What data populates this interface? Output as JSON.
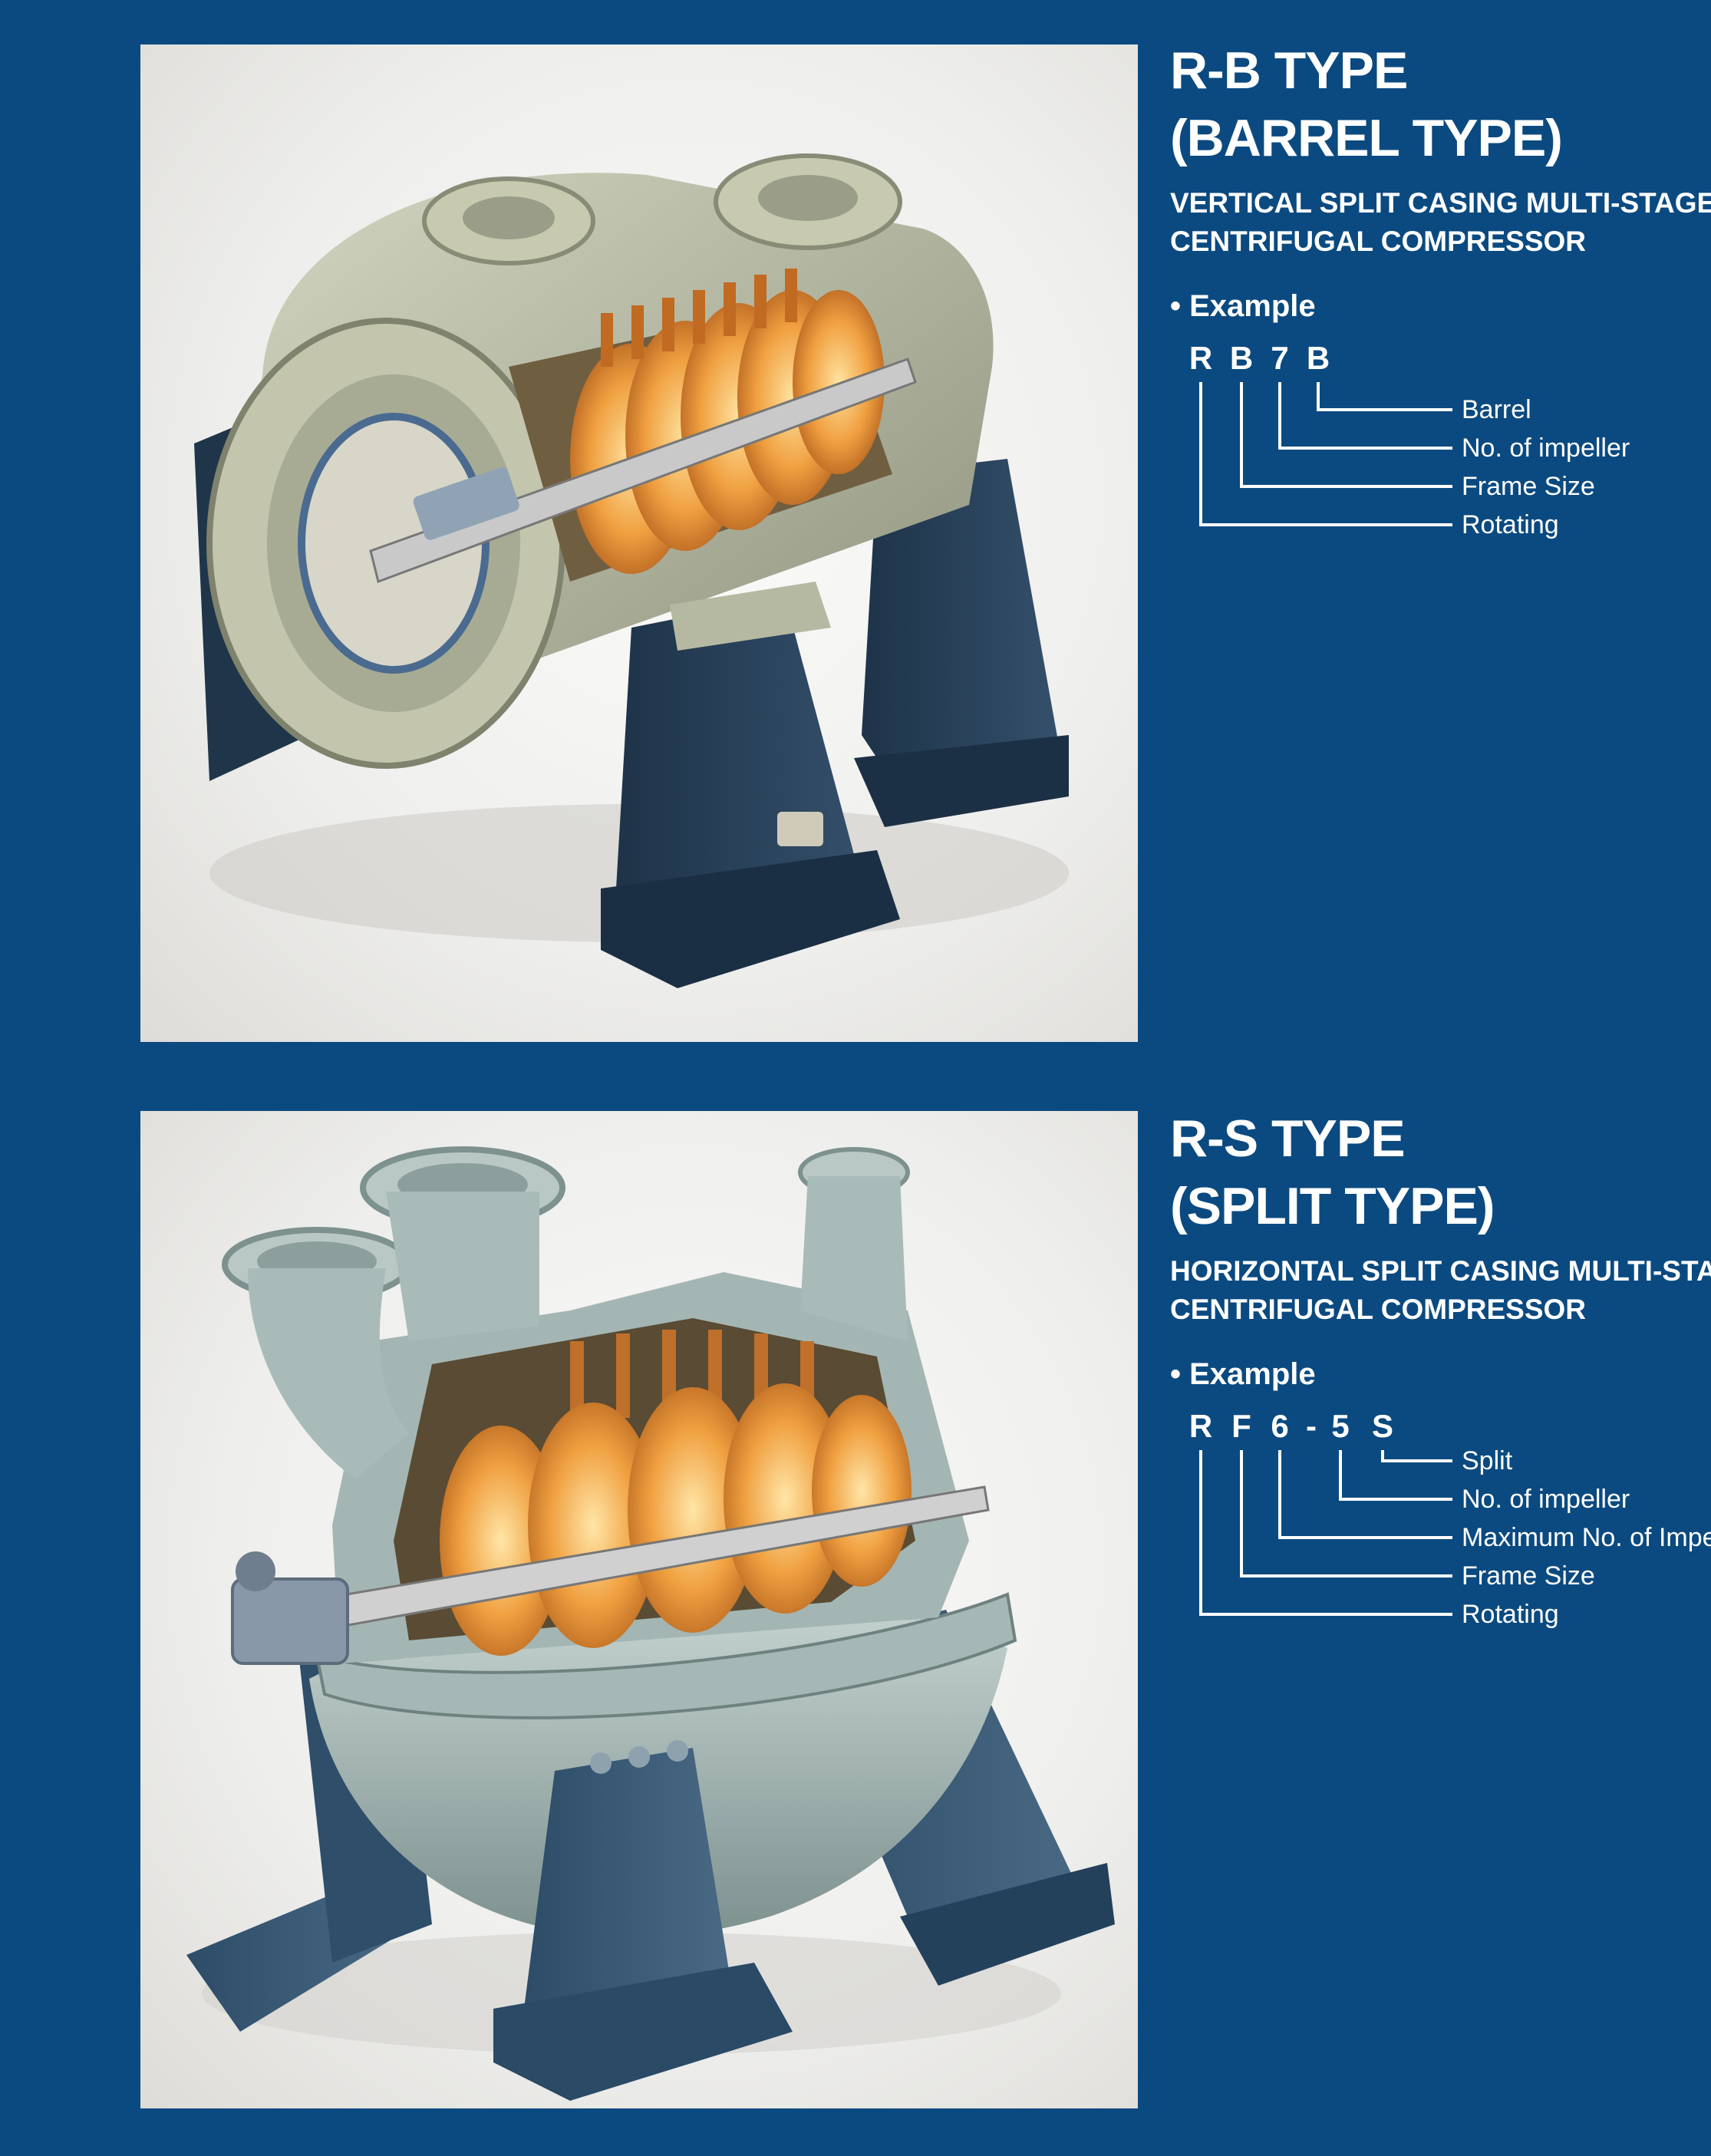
{
  "sections": [
    {
      "title_line1": "R-B TYPE",
      "title_line2": "(BARREL TYPE)",
      "subtitle_line1": "VERTICAL SPLIT CASING MULTI-STAGE",
      "subtitle_line2": "CENTRIFUGAL COMPRESSOR",
      "example_label": "• Example",
      "code": [
        "R",
        "B",
        "7",
        "B"
      ],
      "legend": [
        "Barrel",
        "No. of impeller",
        "Frame Size",
        "Rotating"
      ]
    },
    {
      "title_line1": "R-S TYPE",
      "title_line2": "(SPLIT TYPE)",
      "subtitle_line1": "HORIZONTAL SPLIT CASING MULTI-STAGE",
      "subtitle_line2": "CENTRIFUGAL COMPRESSOR",
      "example_label": "• Example",
      "code": [
        "R",
        "F",
        "6",
        "-",
        "5",
        "S"
      ],
      "legend": [
        "Split",
        "No. of impeller",
        "Maximum No. of Impeller",
        "Frame Size",
        "Rotating"
      ]
    }
  ],
  "colors": {
    "background": "#0b4a80",
    "casing_rb": "#b9bca4",
    "casing_rs": "#9fb2b0",
    "impeller": "#e9932e",
    "pedestal": "#26405a"
  }
}
